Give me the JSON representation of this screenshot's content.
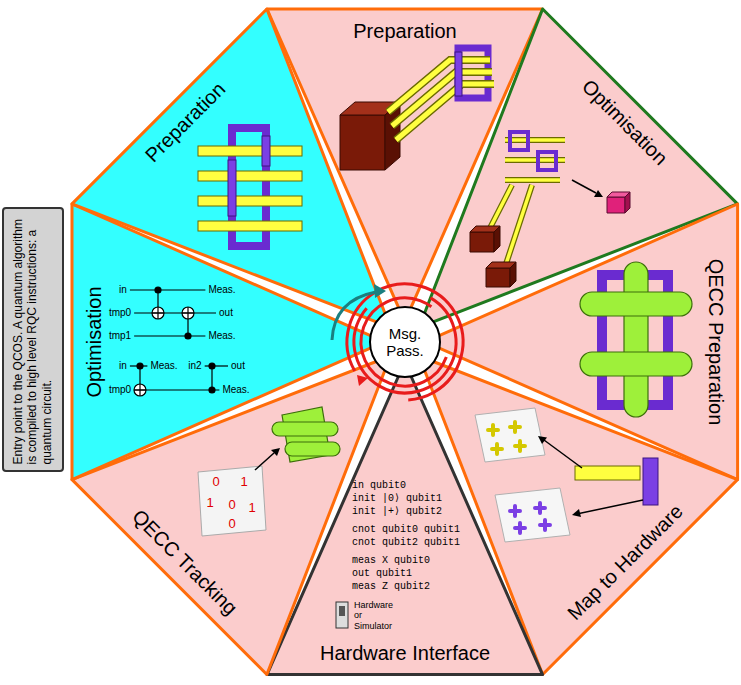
{
  "diagram": {
    "nodes": [
      {
        "text": [
          "Entry point to the QCOS. A quantum algorithm is compiled to high level RQC instructions: a quantum circuit."
        ]
      },
      {
        "text": [
          "Preparation"
        ]
      },
      {
        "text": [
          "Optimisation"
        ]
      },
      {
        "text": [
          "QECC Preparation"
        ]
      },
      {
        "text": [
          "Map to Hardware"
        ]
      },
      {
        "text": [
          "Hardware Interface"
        ]
      },
      {
        "text": [
          "QECC Tracking"
        ]
      },
      {
        "text": [
          "Optimisation"
        ]
      },
      {
        "text": [
          "Preparation"
        ]
      },
      {
        "text": [
          "Msg. Pass."
        ]
      }
    ],
    "labels": [
      "in",
      "Meas.",
      "tmp0",
      "out",
      "tmp1",
      "Meas.",
      "in",
      "Meas.",
      "in2",
      "out",
      "tmp0",
      "Meas.",
      "in qubit0",
      "init |0⟩ qubit1",
      "init |+⟩ qubit2",
      "cnot qubit0 qubit1",
      "cnot qubit2 qubit1",
      "meas X qubit0",
      "out qubit1",
      "meas Z qubit2",
      "Hardware or Simulator",
      "0",
      "1",
      "1",
      "0",
      "0",
      "1"
    ]
  }
}
